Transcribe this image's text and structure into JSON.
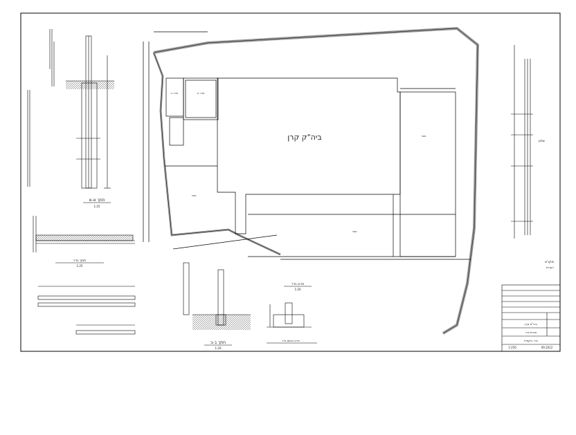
{
  "drawing": {
    "main_building_label": "ביה\"ק קרן",
    "room_a_label": "חדר א",
    "room_b_label": "חדר ב",
    "yard_label_left": "חצר",
    "yard_label_right": "חצר",
    "yard_label_bottom": "חצר",
    "section_a_title": "חתך א-א",
    "section_b_title": "חתך ב-ב",
    "section_c_title": "פרט ביסוס גדר",
    "fence_detail_title": "פרט גדר",
    "detail_title": "חתך גדר",
    "scale_1": "1:25",
    "scale_2": "1:25",
    "scale_3": "1:20",
    "scale_4": "1:20",
    "legend_title": "מקרא",
    "north_label": "צפון",
    "note_label": "הערות"
  },
  "title_block": {
    "project": "ביה\"ס קרן",
    "sheet_title": "תכנית גדר",
    "designer": "גדר היקפית",
    "scale": "1:250",
    "date": "09.2012"
  }
}
